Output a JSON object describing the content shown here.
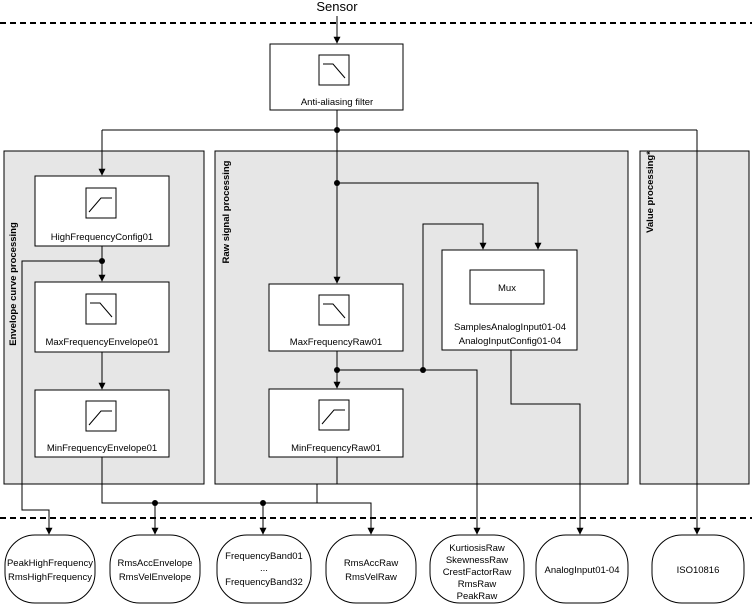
{
  "sensor_label": "Sensor",
  "regions": {
    "envelope": "Envelope curve processing",
    "raw": "Raw signal processing",
    "value": "Value processing*"
  },
  "blocks": {
    "anti_aliasing": "Anti-aliasing filter",
    "high_freq_config": "HighFrequencyConfig01",
    "max_freq_envelope": "MaxFrequencyEnvelope01",
    "min_freq_envelope": "MinFrequencyEnvelope01",
    "max_freq_raw": "MaxFrequencyRaw01",
    "min_freq_raw": "MinFrequencyRaw01",
    "mux": "Mux",
    "mux_lines": [
      "SamplesAnalogInput01-04",
      "AnalogInputConfig01-04"
    ]
  },
  "outputs": [
    {
      "lines": [
        "PeakHighFrequency",
        "RmsHighFrequency"
      ]
    },
    {
      "lines": [
        "RmsAccEnvelope",
        "RmsVelEnvelope"
      ]
    },
    {
      "lines": [
        "FrequencyBand01",
        "...",
        "FrequencyBand32"
      ]
    },
    {
      "lines": [
        "RmsAccRaw",
        "RmsVelRaw"
      ]
    },
    {
      "lines": [
        "KurtiosisRaw",
        "SkewnessRaw",
        "CrestFactorRaw",
        "RmsRaw",
        "PeakRaw"
      ]
    },
    {
      "lines": [
        "AnalogInput01-04"
      ]
    },
    {
      "lines": [
        "ISO10816"
      ]
    }
  ]
}
